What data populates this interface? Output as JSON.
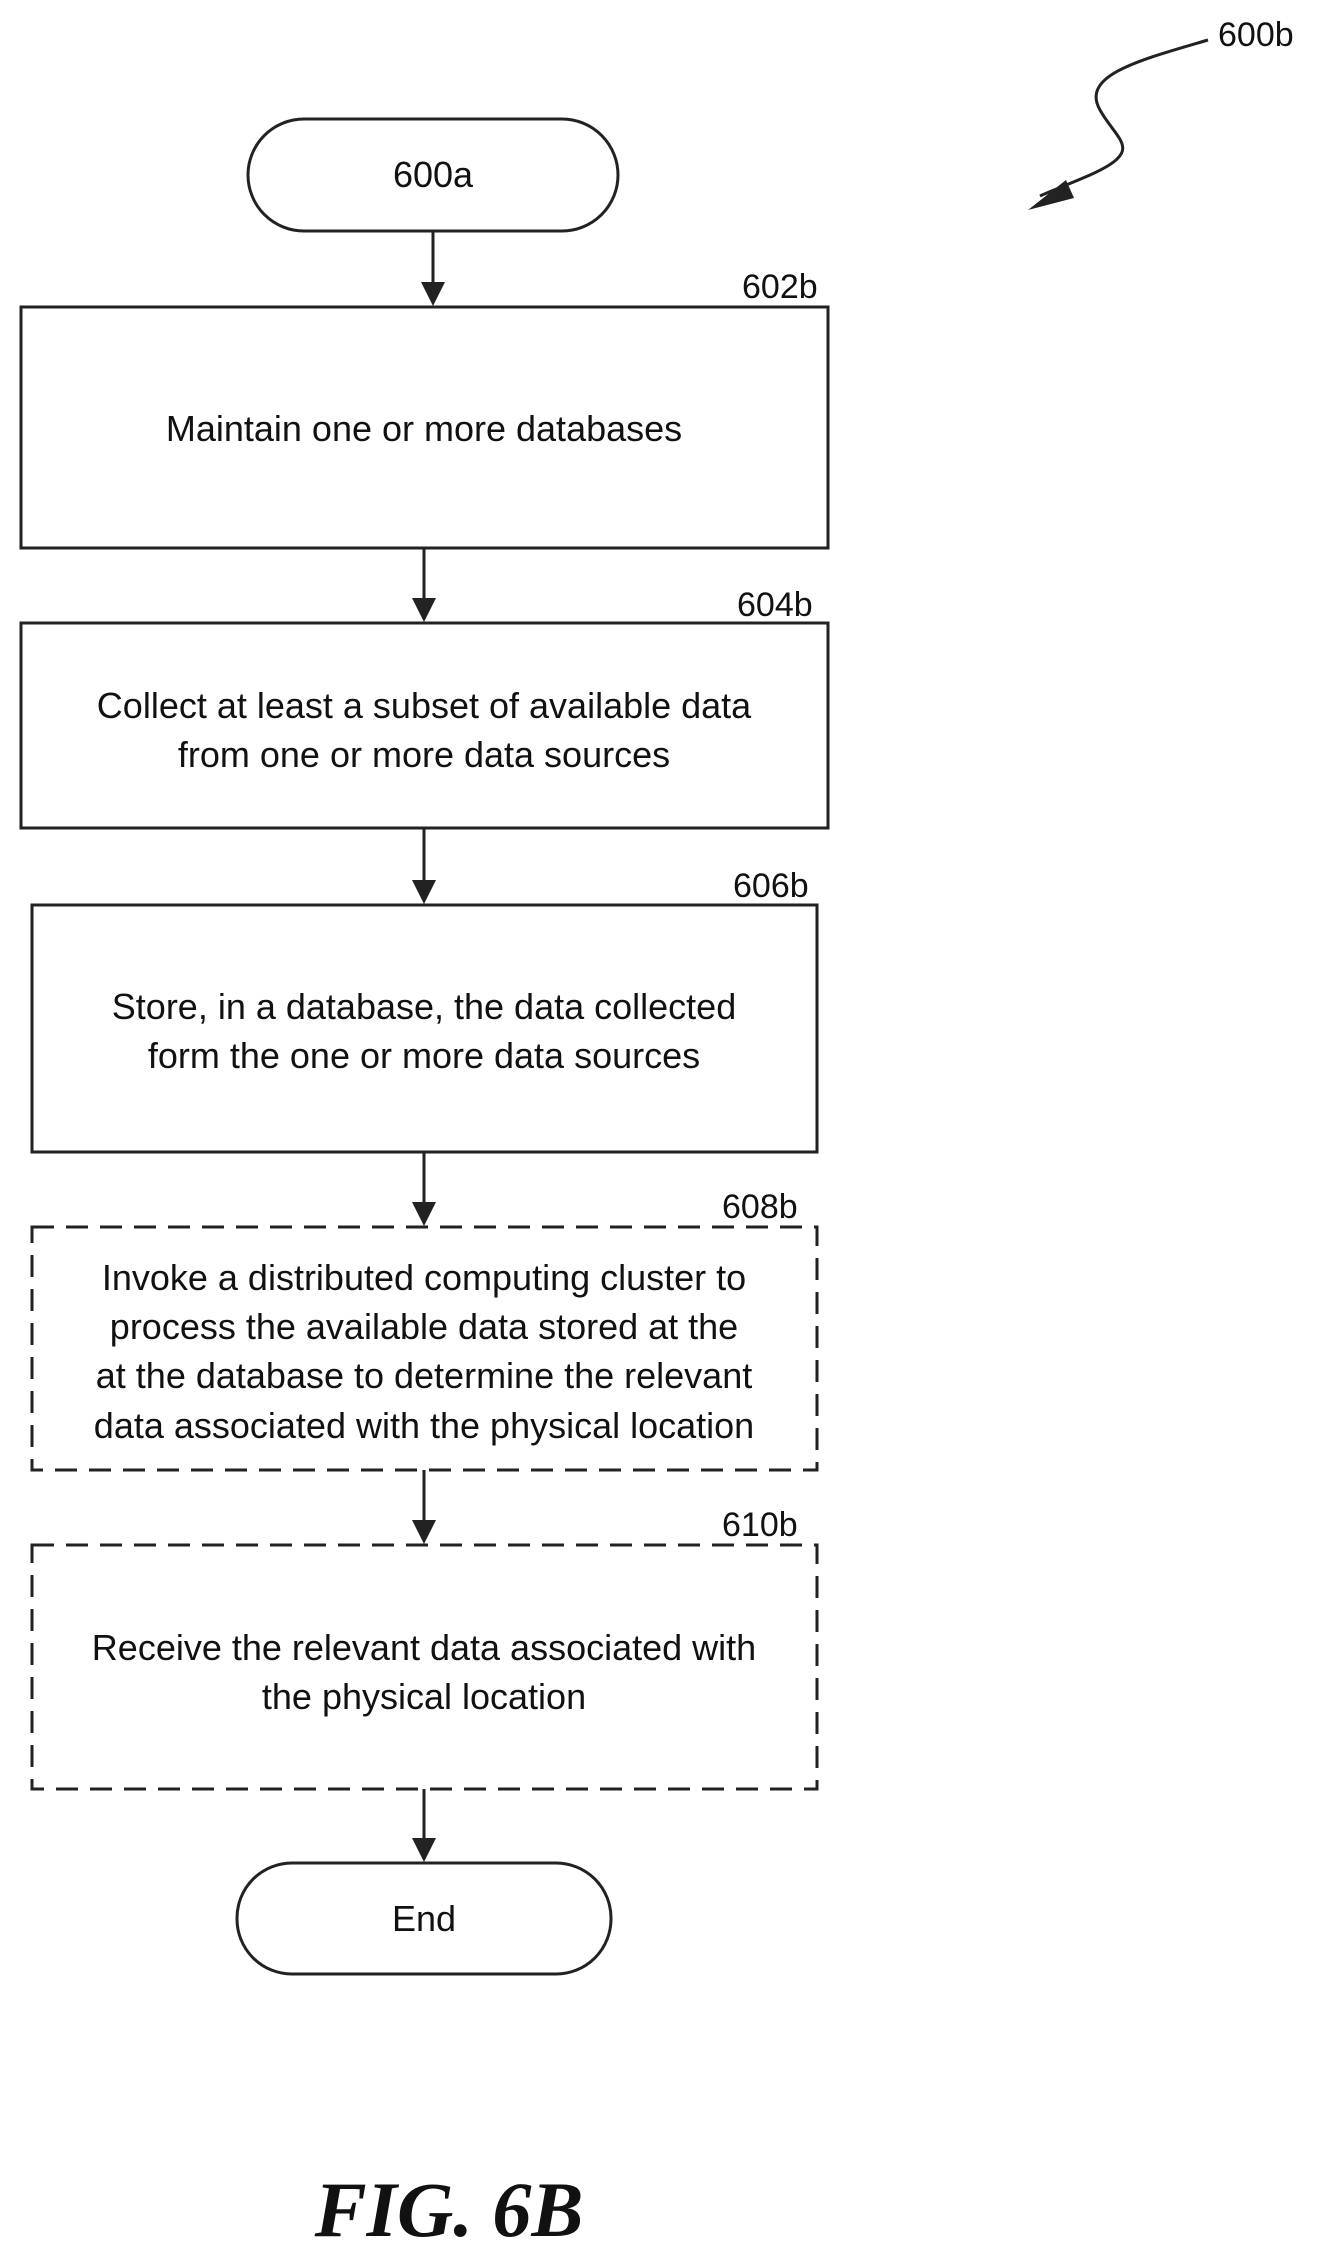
{
  "diagram": {
    "figure_ref": "600b",
    "figure_label": "FIG. 6B",
    "start": {
      "label": "600a"
    },
    "end": {
      "label": "End"
    },
    "steps": [
      {
        "ref": "602b",
        "lines": [
          "Maintain one or more databases"
        ],
        "optional": false
      },
      {
        "ref": "604b",
        "lines": [
          "Collect at least a subset of available data",
          "from one or more data sources"
        ],
        "optional": false
      },
      {
        "ref": "606b",
        "lines": [
          "Store, in a database, the data collected",
          "form the one or more data sources"
        ],
        "optional": false
      },
      {
        "ref": "608b",
        "lines": [
          "Invoke a distributed computing cluster to",
          "process the available data stored at the",
          "at the database to determine the relevant",
          "data associated with the physical location"
        ],
        "optional": true
      },
      {
        "ref": "610b",
        "lines": [
          "Receive the relevant data associated with",
          "the physical location"
        ],
        "optional": true
      }
    ]
  }
}
